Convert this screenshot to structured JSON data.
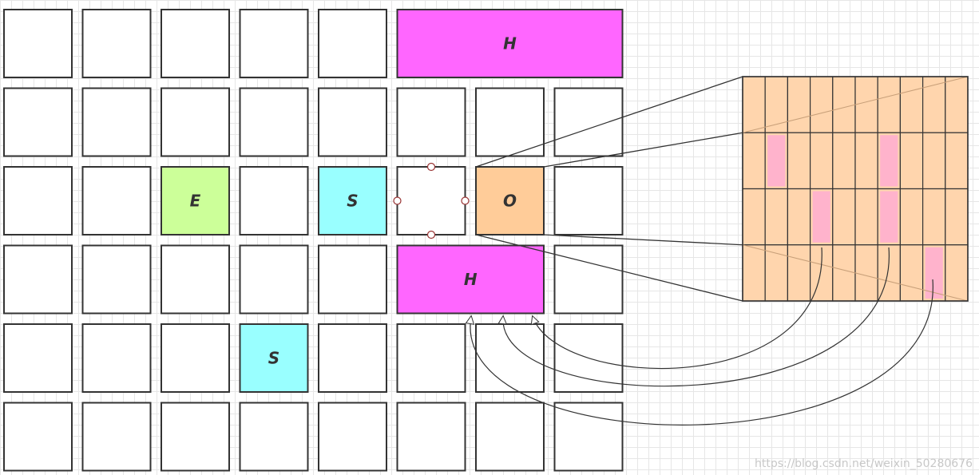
{
  "grid": {
    "rows": [
      [
        {
          "kind": "empty"
        },
        {
          "kind": "empty"
        },
        {
          "kind": "empty"
        },
        {
          "kind": "empty"
        },
        {
          "kind": "empty"
        },
        {
          "kind": "labeled",
          "label": "H",
          "color": "#ff66ff",
          "span": 3
        }
      ],
      [
        {
          "kind": "empty"
        },
        {
          "kind": "empty"
        },
        {
          "kind": "empty"
        },
        {
          "kind": "empty"
        },
        {
          "kind": "empty"
        },
        {
          "kind": "empty"
        },
        {
          "kind": "empty"
        },
        {
          "kind": "empty"
        }
      ],
      [
        {
          "kind": "empty"
        },
        {
          "kind": "empty"
        },
        {
          "kind": "labeled",
          "label": "E",
          "color": "#ccff99"
        },
        {
          "kind": "empty"
        },
        {
          "kind": "labeled",
          "label": "S",
          "color": "#99ffff"
        },
        {
          "kind": "selected-empty"
        },
        {
          "kind": "labeled",
          "label": "O",
          "color": "#ffcc99"
        },
        {
          "kind": "empty"
        }
      ],
      [
        {
          "kind": "empty"
        },
        {
          "kind": "empty"
        },
        {
          "kind": "empty"
        },
        {
          "kind": "empty"
        },
        {
          "kind": "empty"
        },
        {
          "kind": "labeled",
          "label": "H",
          "color": "#ff66ff",
          "span": 2
        },
        {
          "kind": "empty"
        }
      ],
      [
        {
          "kind": "empty"
        },
        {
          "kind": "empty"
        },
        {
          "kind": "empty"
        },
        {
          "kind": "labeled",
          "label": "S",
          "color": "#99ffff"
        },
        {
          "kind": "empty"
        },
        {
          "kind": "empty"
        },
        {
          "kind": "empty"
        },
        {
          "kind": "empty"
        }
      ],
      [
        {
          "kind": "empty"
        },
        {
          "kind": "empty"
        },
        {
          "kind": "empty"
        },
        {
          "kind": "empty"
        },
        {
          "kind": "empty"
        },
        {
          "kind": "empty"
        },
        {
          "kind": "empty"
        },
        {
          "kind": "empty"
        }
      ]
    ]
  },
  "detail": {
    "cols": 10,
    "rows": 4,
    "fill_color": "#ffd5ad",
    "highlight_color": "#ffb3cc",
    "highlights": [
      [
        1,
        1
      ],
      [
        1,
        6
      ],
      [
        2,
        3
      ],
      [
        2,
        6
      ],
      [
        3,
        8
      ]
    ]
  },
  "colors": {
    "stroke": "#333333",
    "empty_cell": "#ffffff",
    "selection_handle": "#993333"
  },
  "watermark": "https://blog.csdn.net/weixin_50280676"
}
